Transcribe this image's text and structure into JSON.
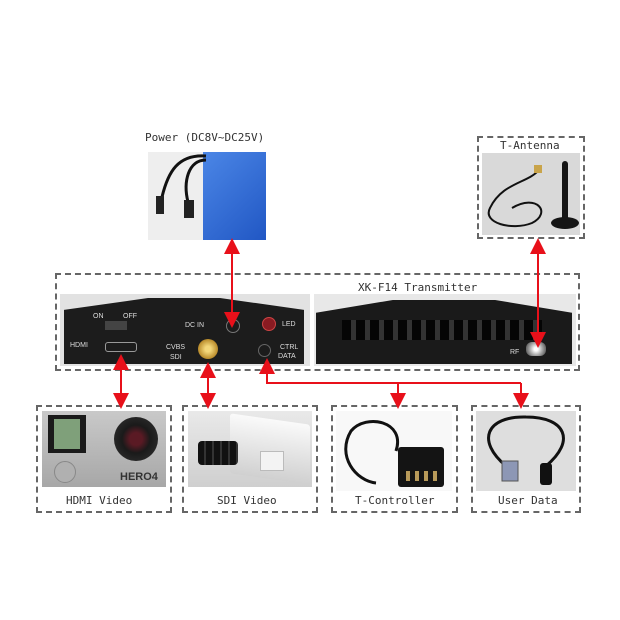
{
  "power": {
    "label": "Power (DC8V~DC25V)"
  },
  "antenna": {
    "label": "T-Antenna"
  },
  "transmitter": {
    "label": "XK-F14 Transmitter",
    "ports": {
      "on": "ON",
      "off": "OFF",
      "hdmi": "HDMI",
      "dc_in": "DC IN",
      "led": "LED",
      "cvbs": "CVBS",
      "sdi": "SDI",
      "ctrl": "CTRL",
      "data": "DATA",
      "rf": "RF"
    }
  },
  "devices": [
    {
      "label": "HDMI Video"
    },
    {
      "label": "SDI Video"
    },
    {
      "label": "T-Controller"
    },
    {
      "label": "User Data"
    }
  ],
  "camera_brand": "HERO4",
  "colors": {
    "arrow": "#e8101a",
    "dash": "#666666",
    "device_body": "#1c1c1c",
    "battery": "#2f6fd6"
  }
}
